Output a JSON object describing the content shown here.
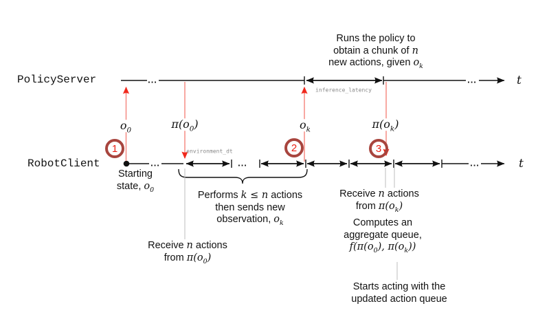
{
  "diagram_title": "Policy server / robot client timing diagram",
  "lanes": {
    "policy_server": {
      "label": "PolicyServer",
      "axis_label": "$t$"
    },
    "robot_client": {
      "label": "RobotClient",
      "axis_label": "$t$"
    }
  },
  "messages": {
    "o0": "$o_0$",
    "pi_o0": "$π(o_0)$",
    "ok": "$o_k$",
    "pi_ok": "$π(o_k)$"
  },
  "duration_labels": {
    "inference_latency": "inference_latency",
    "environment_dt": "environment_dt"
  },
  "steps": {
    "one": "1",
    "two": "2",
    "three": "3"
  },
  "annotations": {
    "runs_policy": "Runs the policy to\nobtain a chunk of $n$\nnew actions, given $o_k$",
    "starting_state": "Starting\nstate, $o_0$",
    "performs": "Performs $k ≤ n$ actions\nthen sends new\nobservation, $o_k$",
    "receive_o0": "Receive $n$ actions\nfrom $π(o_0)$",
    "receive_ok": "Receive $n$ actions\nfrom $π(o_k)$",
    "computes": "Computes an\naggregate queue,\n$f(π(o_0), π(o_k))$",
    "starts_acting": "Starts acting with the\nupdated action queue"
  },
  "ellipsis": "...",
  "colors": {
    "timeline_black": "#111111",
    "message_line_red": "#f58a82",
    "arrowhead_red": "#f0281c",
    "step_ring": "#a8453e",
    "step_number": "#ea2015",
    "small_label_gray": "#8a8a8a",
    "connector_gray": "#bdbdbd"
  }
}
